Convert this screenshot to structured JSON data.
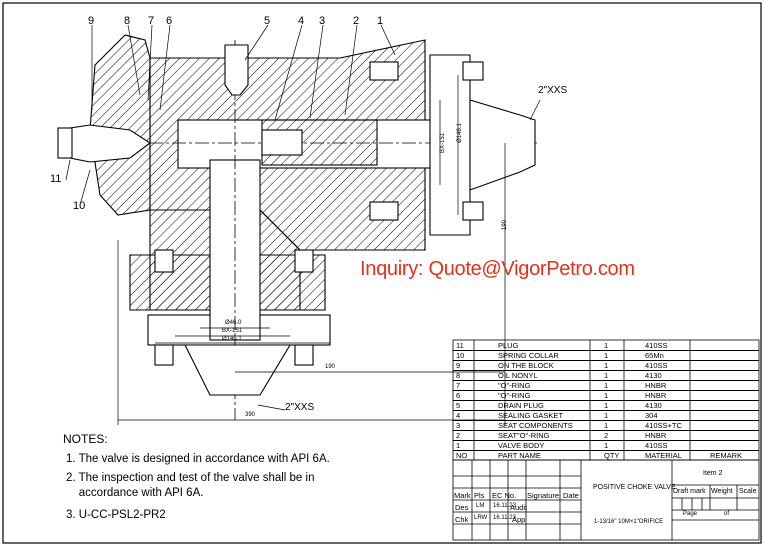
{
  "balloons": [
    "1",
    "2",
    "3",
    "4",
    "5",
    "6",
    "7",
    "8",
    "9",
    "10",
    "11"
  ],
  "dimensions": {
    "flange_size_right": "2\"XXS",
    "flange_size_bottom": "2\"XXS",
    "d146": "Ø146.1",
    "bx151": "BX-151",
    "d46": "Ø46.0",
    "bx151_bottom": "BX-151",
    "d146_bottom": "Ø146.1",
    "dim190_v": "190",
    "dim190_h": "190",
    "dim390": "390"
  },
  "inquiry": "Inquiry: Quote@VigorPetro.com",
  "notes": {
    "title": "NOTES:",
    "items": [
      "1. The valve is designed in accordance with API 6A.",
      "2. The inspection and test of the valve shall be in",
      "    accordance with API 6A.",
      "3. U-CC-PSL2-PR2"
    ]
  },
  "bom": {
    "headers": [
      "NO",
      "PART NAME",
      "QTY",
      "MATERIAL",
      "REMARK"
    ],
    "rows": [
      [
        "11",
        "PLUG",
        "1",
        "410SS",
        ""
      ],
      [
        "10",
        "SPRING COLLAR",
        "1",
        "65Mn",
        ""
      ],
      [
        "9",
        "ON THE BLOCK",
        "1",
        "410SS",
        ""
      ],
      [
        "8",
        "OIL NONYL",
        "1",
        "4130",
        ""
      ],
      [
        "7",
        "\"O\"-RING",
        "1",
        "HNBR",
        ""
      ],
      [
        "6",
        "\"O\"-RING",
        "1",
        "HNBR",
        ""
      ],
      [
        "5",
        "DRAIN PLUG",
        "1",
        "4130",
        ""
      ],
      [
        "4",
        "SEALING GASKET",
        "1",
        "304",
        ""
      ],
      [
        "3",
        "SEAT COMPONENTS",
        "1",
        "410SS+TC",
        ""
      ],
      [
        "2",
        "SEAT\"O\"-RING",
        "2",
        "HNBR",
        ""
      ],
      [
        "1",
        "VALVE BODY",
        "1",
        "410SS",
        ""
      ]
    ]
  },
  "title_block": {
    "header": [
      "Mark",
      "Pls",
      "EC No.",
      "Signature",
      "Date"
    ],
    "des": [
      "Des",
      "LM",
      "16.11.23",
      "Audit"
    ],
    "chk": [
      "Chk",
      "LRW",
      "16.11.23",
      "App"
    ],
    "title": "POSITIVE CHOKE VALVE",
    "subtitle": "1-13/16\" 10M×1\"ORIFICE",
    "item": "Item 2",
    "draft_mark": "Draft mark",
    "weight": "Weight",
    "scale": "Scale",
    "page": "Page",
    "of": "of"
  }
}
